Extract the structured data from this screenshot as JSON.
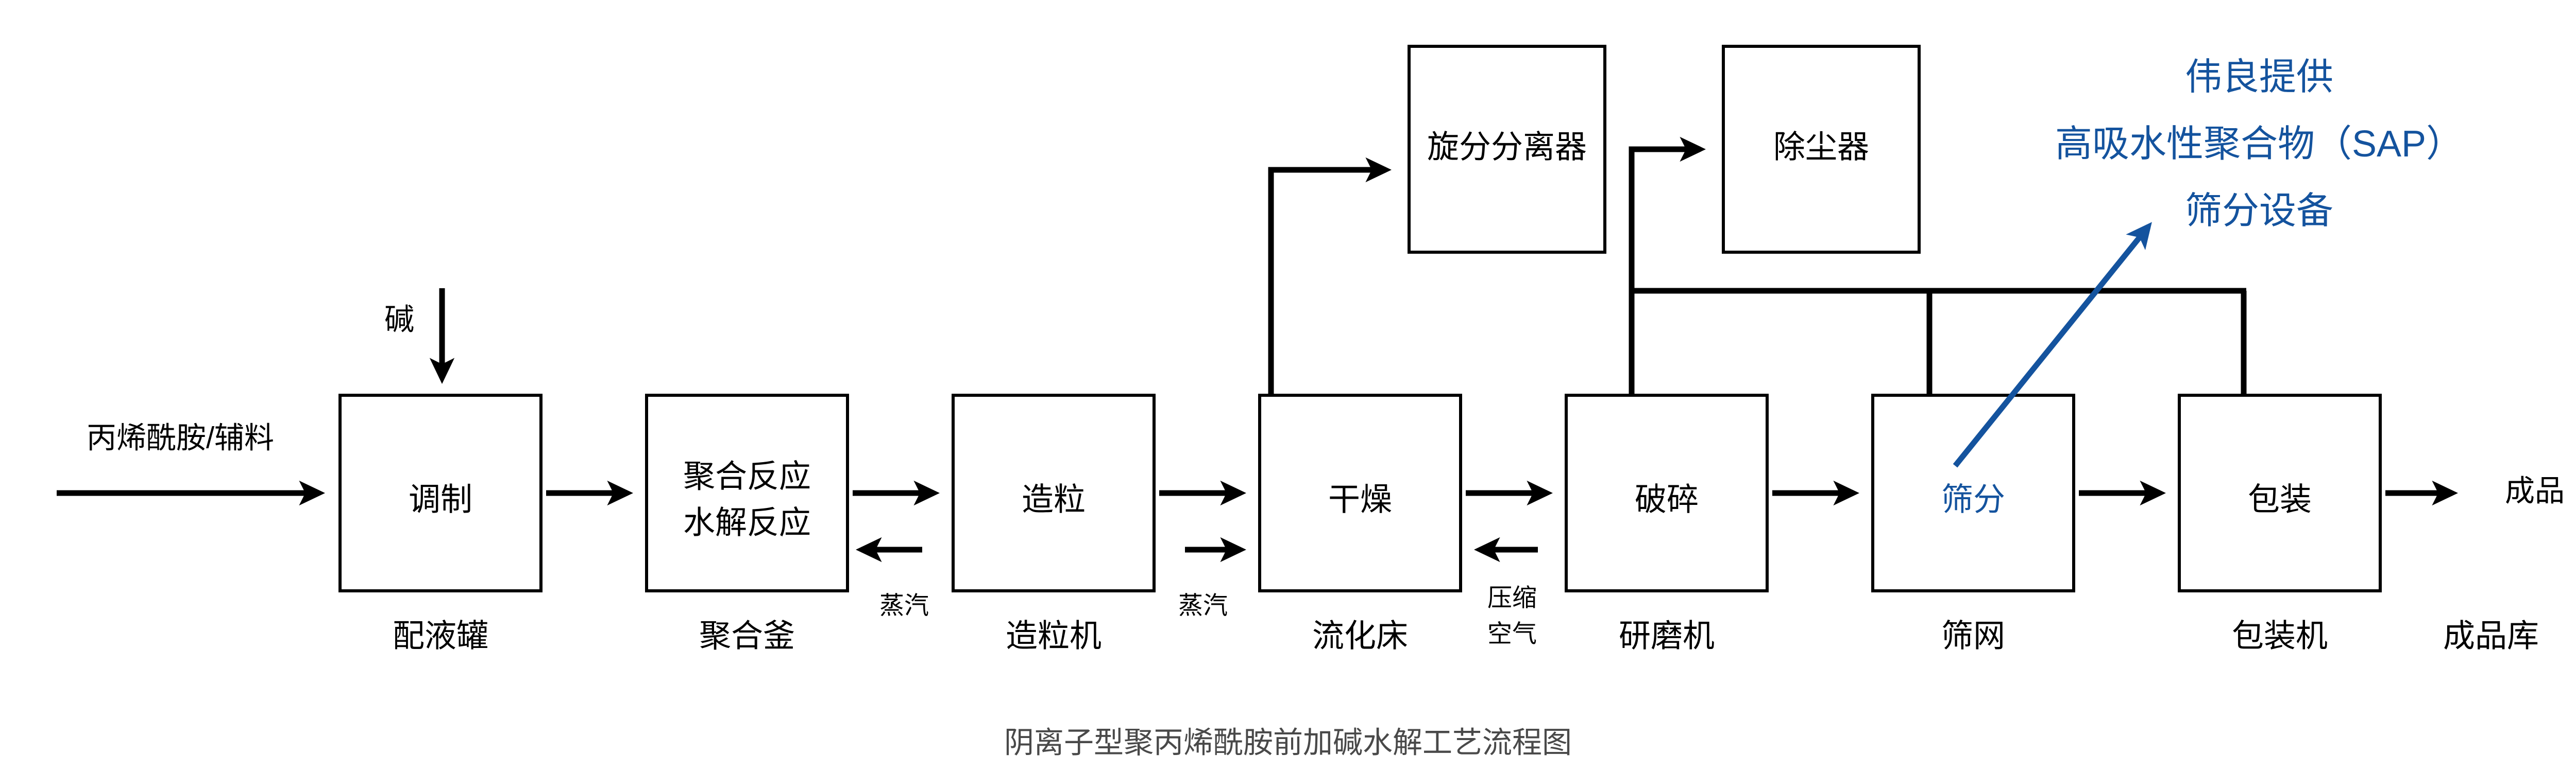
{
  "diagram": {
    "caption": "阴离子型聚丙烯酰胺前加碱水解工艺流程图",
    "caption_color": "#494949",
    "accent_color": "#14539e",
    "line_color": "#000000",
    "background_color": "#ffffff"
  },
  "inputs": {
    "feed_label": "丙烯酰胺/辅料",
    "alkali_label": "碱"
  },
  "outputs": {
    "product_label": "成品",
    "product_store_label": "成品库"
  },
  "main_units": [
    {
      "id": "tiaozhi",
      "operation": "调制",
      "operation_line2": "",
      "equipment": "配液罐"
    },
    {
      "id": "juhe",
      "operation": "聚合反应",
      "operation_line2": "水解反应",
      "equipment": "聚合釜"
    },
    {
      "id": "zaoli",
      "operation": "造粒",
      "operation_line2": "",
      "equipment": "造粒机"
    },
    {
      "id": "ganzao",
      "operation": "干燥",
      "operation_line2": "",
      "equipment": "流化床"
    },
    {
      "id": "posui",
      "operation": "破碎",
      "operation_line2": "",
      "equipment": "研磨机"
    },
    {
      "id": "shaifen",
      "operation": "筛分",
      "operation_line2": "",
      "equipment": "筛网"
    },
    {
      "id": "baozhuang",
      "operation": "包装",
      "operation_line2": "",
      "equipment": "包装机"
    }
  ],
  "top_units": [
    {
      "id": "cyclone",
      "label": "旋分分离器"
    },
    {
      "id": "dust",
      "label": "除尘器"
    }
  ],
  "utilities": [
    {
      "id": "steam-to-polymerizer",
      "label": "蒸汽"
    },
    {
      "id": "steam-to-dryer",
      "label": "蒸汽"
    },
    {
      "id": "compressed-air",
      "label": "压缩",
      "label_line2": "空气"
    }
  ],
  "annotation": {
    "line1": "伟良提供",
    "line2": "高吸水性聚合物（SAP）",
    "line3": "筛分设备",
    "target_unit": "筛分"
  }
}
